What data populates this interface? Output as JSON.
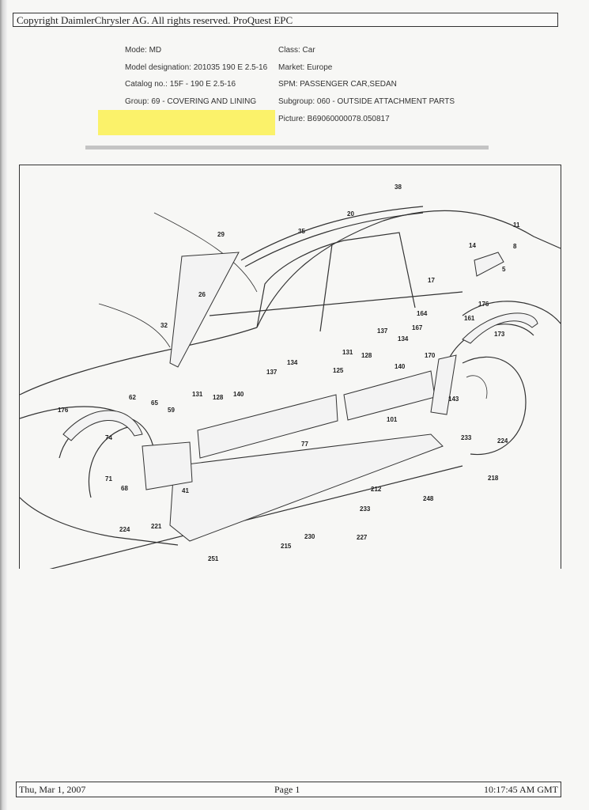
{
  "copyright": "Copyright DaimlerChrysler AG. All rights reserved. ProQuest EPC",
  "meta": {
    "mode": "Mode: MD",
    "class": "Class: Car",
    "model": "Model designation: 201035 190 E 2.5-16",
    "market": "Market: Europe",
    "catalog": "Catalog no.: 15F - 190 E 2.5-16",
    "spm": "SPM: PASSENGER CAR,SEDAN",
    "group": "Group: 69 - COVERING AND LINING",
    "subgroup": "Subgroup: 060 - OUTSIDE ATTACHMENT PARTS",
    "picture": "Picture: B69060000078.050817"
  },
  "highlight_color": "#fbf26a",
  "callouts": [
    "38",
    "20",
    "35",
    "11",
    "29",
    "14",
    "8",
    "5",
    "17",
    "26",
    "176",
    "164",
    "161",
    "32",
    "167",
    "173",
    "137",
    "134",
    "131",
    "128",
    "140",
    "170",
    "125",
    "134",
    "137",
    "62",
    "131",
    "128",
    "140",
    "65",
    "59",
    "143",
    "176",
    "74",
    "101",
    "77",
    "233",
    "224",
    "71",
    "68",
    "218",
    "41",
    "212",
    "248",
    "233",
    "224",
    "221",
    "230",
    "227",
    "215",
    "251"
  ],
  "footer": {
    "date": "Thu, Mar 1, 2007",
    "page": "Page 1",
    "time": "10:17:45 AM GMT"
  }
}
